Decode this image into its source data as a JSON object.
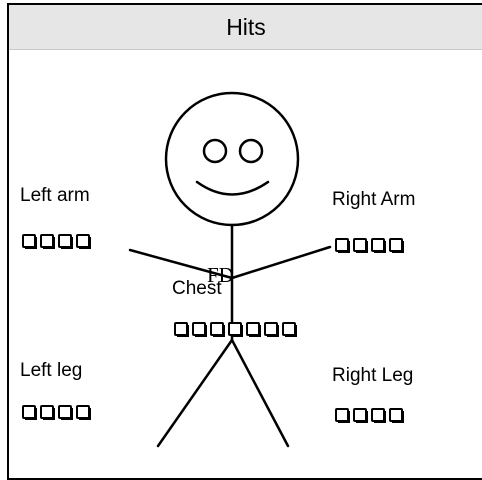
{
  "title": "Hits",
  "overlay_text": "FD",
  "locations": [
    {
      "key": "left_arm",
      "label": "Left arm",
      "boxes": 4
    },
    {
      "key": "right_arm",
      "label": "Right Arm",
      "boxes": 4
    },
    {
      "key": "chest",
      "label": "Chest",
      "boxes": 7
    },
    {
      "key": "left_leg",
      "label": "Left leg",
      "boxes": 4
    },
    {
      "key": "right_leg",
      "label": "Right Leg",
      "boxes": 4
    }
  ]
}
